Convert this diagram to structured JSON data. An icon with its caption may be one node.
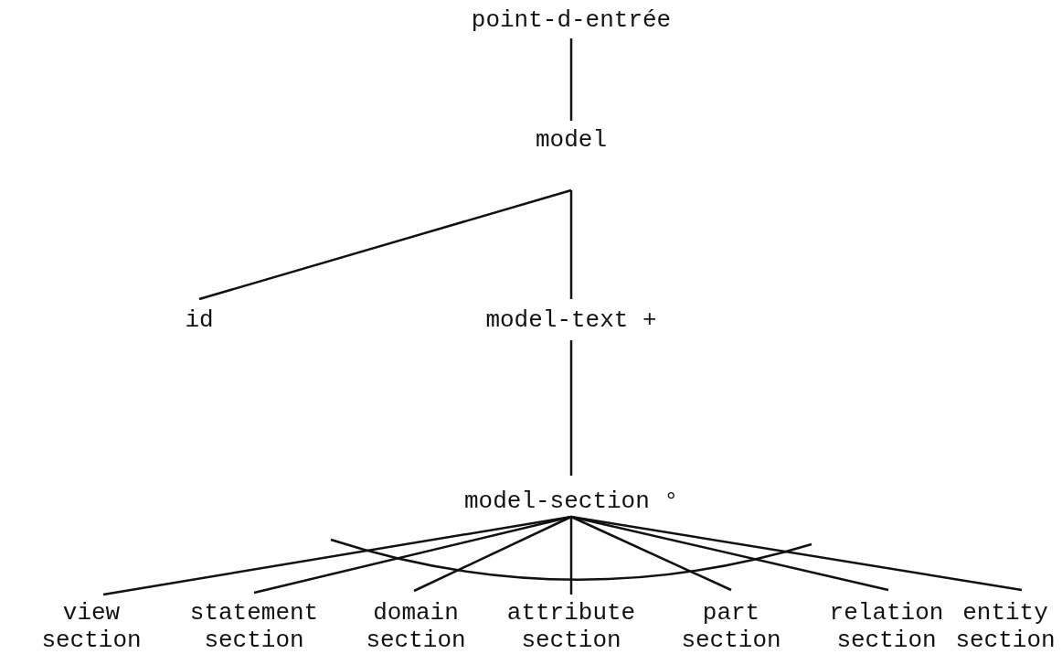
{
  "diagram": {
    "nodes": [
      {
        "text": [
          "point-d-entrée"
        ]
      },
      {
        "text": [
          "model"
        ]
      },
      {
        "text": [
          "id"
        ]
      },
      {
        "text": [
          "model-text +"
        ]
      },
      {
        "text": [
          "model-section °"
        ]
      },
      {
        "text": [
          "view section"
        ]
      },
      {
        "text": [
          "statement section"
        ]
      },
      {
        "text": [
          "domain section"
        ]
      },
      {
        "text": [
          "attribute section"
        ]
      },
      {
        "text": [
          "part section"
        ]
      },
      {
        "text": [
          "relation section"
        ]
      },
      {
        "text": [
          "entity section"
        ]
      }
    ],
    "edges": [
      {
        "from": 0,
        "to": 1,
        "arrow": "none"
      },
      {
        "from": 1,
        "to": 2,
        "arrow": "none"
      },
      {
        "from": 1,
        "to": 3,
        "arrow": "none"
      },
      {
        "from": 3,
        "to": 4,
        "arrow": "none"
      },
      {
        "from": 4,
        "to": 5,
        "arrow": "none"
      },
      {
        "from": 4,
        "to": 6,
        "arrow": "none"
      },
      {
        "from": 4,
        "to": 7,
        "arrow": "none"
      },
      {
        "from": 4,
        "to": 8,
        "arrow": "none"
      },
      {
        "from": 4,
        "to": 9,
        "arrow": "none"
      },
      {
        "from": 4,
        "to": 10,
        "arrow": "none"
      },
      {
        "from": 4,
        "to": 11,
        "arrow": "none"
      }
    ]
  }
}
